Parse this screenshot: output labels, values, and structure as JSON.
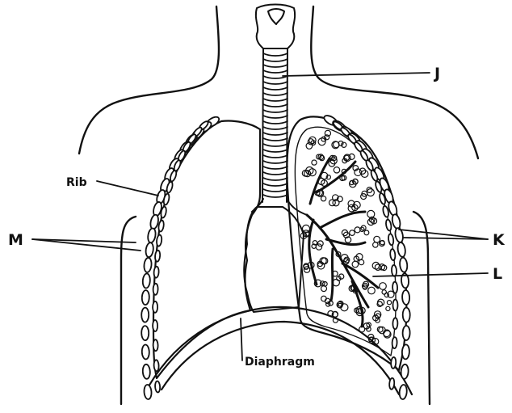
{
  "labels": {
    "j": "J",
    "k": "K",
    "l": "L",
    "m": "M",
    "rib": "Rib",
    "diaphragm": "Diaphragm"
  },
  "colors": {
    "ink": "#111111",
    "paper": "#ffffff"
  }
}
